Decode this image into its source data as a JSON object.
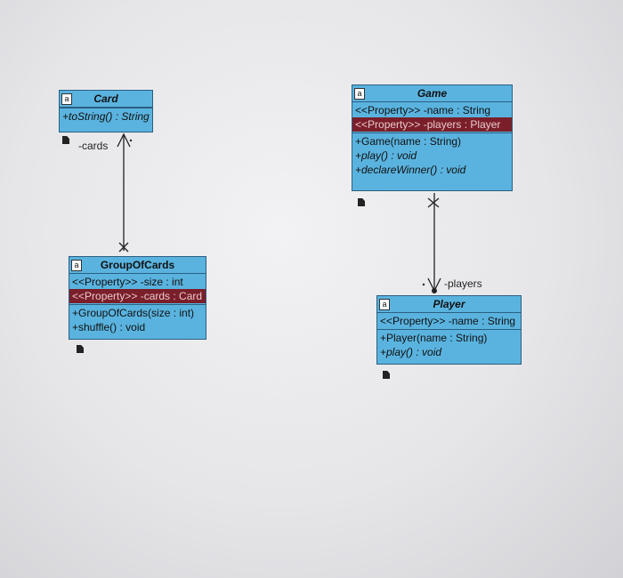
{
  "classes": {
    "card": {
      "name": "Card",
      "attributes": [],
      "operations": [
        "+toString() : String"
      ]
    },
    "group_of_cards": {
      "name": "GroupOfCards",
      "attributes": [
        "<<Property>> -size : int",
        "<<Property>> -cards : Card"
      ],
      "operations": [
        "+GroupOfCards(size : int)",
        "+shuffle() : void"
      ]
    },
    "game": {
      "name": "Game",
      "attributes": [
        "<<Property>> -name : String",
        "<<Property>> -players : Player"
      ],
      "operations": [
        "+Game(name : String)",
        "+play() : void",
        "+declareWinner() : void"
      ]
    },
    "player": {
      "name": "Player",
      "attributes": [
        "<<Property>> -name : String"
      ],
      "operations": [
        "+Player(name : String)",
        "+play() : void"
      ]
    }
  },
  "associations": {
    "cards": {
      "role": "-cards"
    },
    "players": {
      "role": "-players"
    }
  },
  "colors": {
    "class_fill": "#5ab3df",
    "selected_row": "#7a1f2a",
    "border": "#2b5f80"
  }
}
